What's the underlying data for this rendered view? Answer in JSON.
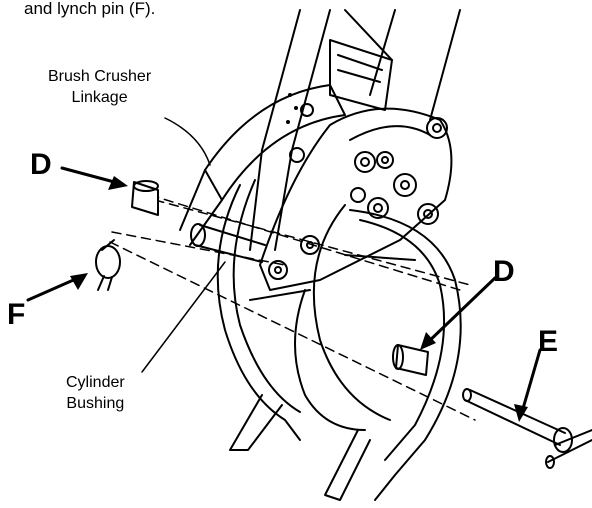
{
  "caption": "and lynch pin (F).",
  "labels": {
    "brush_crusher_linkage_line1": "Brush Crusher",
    "brush_crusher_linkage_line2": "Linkage",
    "cylinder_bushing_line1": "Cylinder",
    "cylinder_bushing_line2": "Bushing",
    "letter_d_left": "D",
    "letter_d_right": "D",
    "letter_e": "E",
    "letter_f": "F"
  }
}
